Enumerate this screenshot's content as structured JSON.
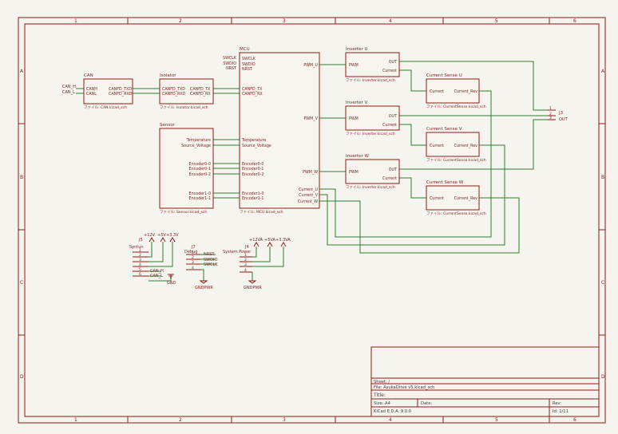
{
  "frame": {
    "columns": [
      "1",
      "2",
      "3",
      "4",
      "5",
      "6"
    ],
    "rows": [
      "A",
      "B",
      "C",
      "D"
    ]
  },
  "sheets": {
    "can": {
      "title": "CAN",
      "file": "ファイル: CAN.kicad_sch",
      "pins_left": [
        "CANH",
        "CANL"
      ],
      "pins_right": [
        "CANFD_TXD",
        "CANFD_RXD"
      ]
    },
    "isolator": {
      "title": "Isolator",
      "file": "ファイル: Isolator.kicad_sch",
      "pins_left": [
        "CANFD_TXD",
        "CANFD_RXD"
      ],
      "pins_right": [
        "CANFD_TX",
        "CANFD_RX"
      ]
    },
    "sensor": {
      "title": "Sensor",
      "file": "ファイル: Sensor.kicad_sch",
      "pins": [
        "Temperature",
        "Source_Voltage",
        "Encoder0-0",
        "Encoder0-1",
        "Encoder0-2",
        "Encoder1-0",
        "Encoder1-1"
      ]
    },
    "mcu": {
      "title": "MCU",
      "file": "ファイル: MCU.kicad_sch",
      "left_pins": [
        "SWCLK",
        "SWDIO",
        "NRST",
        "CANFD_TX",
        "CANFD_RX",
        "Temperature",
        "Source_Voltage",
        "Encoder0-0",
        "Encoder0-1",
        "Encoder0-2",
        "Encoder1-0",
        "Encoder1-1"
      ],
      "right_pins": [
        "PWM_U",
        "PWM_V",
        "PWM_W",
        "Current_U",
        "Current_V",
        "Current_W"
      ]
    },
    "inv_u": {
      "title": "Inverter U",
      "file": "ファイル: Inverter.kicad_sch",
      "in": "PWM",
      "out": [
        "OUT",
        "Current"
      ]
    },
    "inv_v": {
      "title": "Inverter V",
      "file": "ファイル: Inverter.kicad_sch",
      "in": "PWM",
      "out": [
        "OUT",
        "Current"
      ]
    },
    "inv_w": {
      "title": "Inverter W",
      "file": "ファイル: Inverter.kicad_sch",
      "in": "PWM",
      "out": [
        "OUT",
        "Current"
      ]
    },
    "cs_u": {
      "title": "Current Sense U",
      "file": "ファイル: CurrentSense.kicad_sch",
      "in": "Current",
      "out": "Current_Rev"
    },
    "cs_v": {
      "title": "Current Sense V",
      "file": "ファイル: CurrentSense.kicad_sch",
      "in": "Current",
      "out": "Current_Rev"
    },
    "cs_w": {
      "title": "Current Sense W",
      "file": "ファイル: CurrentSense.kicad_sch",
      "in": "Current",
      "out": "Current_Rev"
    }
  },
  "net_labels": {
    "can_h": "CAN_H",
    "can_l": "CAN_L",
    "swclk": "SWCLK",
    "swdio": "SWDIO",
    "nrst": "NRST"
  },
  "connectors": {
    "j5": {
      "ref": "J5",
      "value": "Syntun",
      "pins": [
        "1",
        "2",
        "3",
        "4",
        "5",
        "6"
      ],
      "labels": [
        "CAN_H",
        "CAN_L"
      ]
    },
    "j7": {
      "ref": "J7",
      "value": "Debug",
      "pins": [
        "1",
        "2",
        "3",
        "4"
      ],
      "labels": [
        "NRST",
        "SWDIO",
        "SWCLK"
      ]
    },
    "j4": {
      "ref": "J4",
      "value": "System Power",
      "pins": [
        "1",
        "2",
        "3",
        "4"
      ]
    },
    "j3": {
      "ref": "J3",
      "pins": [
        "1",
        "2",
        "3"
      ],
      "label": "OUT"
    }
  },
  "power": {
    "j5_rails": [
      "+12V",
      "+5V",
      "+3.3V"
    ],
    "j4_rails": [
      "+12VA",
      "+5VA",
      "+3.3VA"
    ],
    "gnd": "GND",
    "gndpwr1": "GNDPWR",
    "gndpwr2": "GNDPWR"
  },
  "title_block": {
    "sheet": "Sheet: /",
    "file": "File: AsukaDrive v5.kicad_sch",
    "title_label": "Title:",
    "size": "Size: A4",
    "date": "Date:",
    "rev": "Rev:",
    "tool": "KiCad E.D.A. 9.0.0",
    "id": "Id: 1/11"
  }
}
